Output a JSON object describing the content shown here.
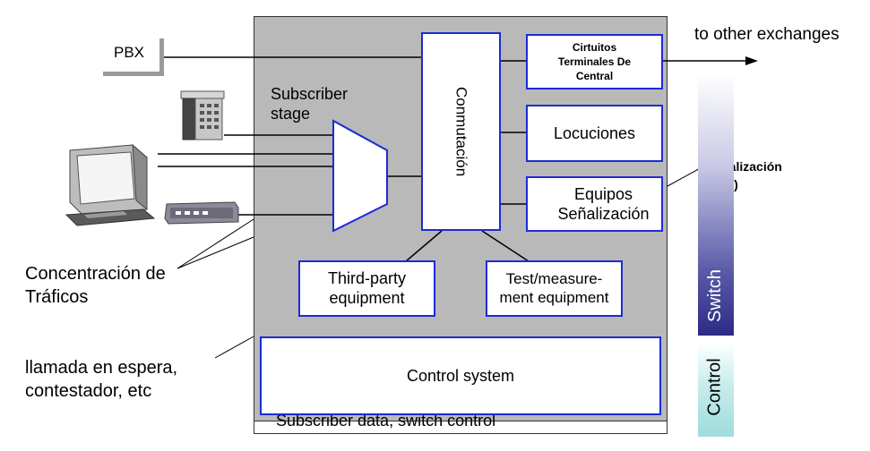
{
  "labels": {
    "pbx": "PBX",
    "to_other_exchanges": "to other exchanges",
    "subscriber_stage": "Subscriber stage",
    "conmutacion": "Conmutación",
    "circuitos": "Cirtuitos Terminales De Central",
    "locuciones": "Locuciones",
    "equipos": "Equipos Señalización",
    "senalizacion": "Señalización (SS7)",
    "third_party": "Third-party equipment",
    "test_measure": "Test/measure-ment equipment",
    "control_system": "Control system",
    "subscriber_data": "Subscriber data, switch control",
    "concentracion": "Concentración de Tráficos",
    "llamada": "llamada en espera, contestador, etc",
    "switch": "Switch",
    "control": "Control"
  },
  "colors": {
    "box_border": "#1c2bd6",
    "exchange_fill": "#b9b9b9",
    "switch_bar_dark": "#2b2b86",
    "control_bar": "#9fdcdc"
  },
  "icons": [
    "telephone-icon",
    "computer-icon",
    "modem-icon"
  ]
}
